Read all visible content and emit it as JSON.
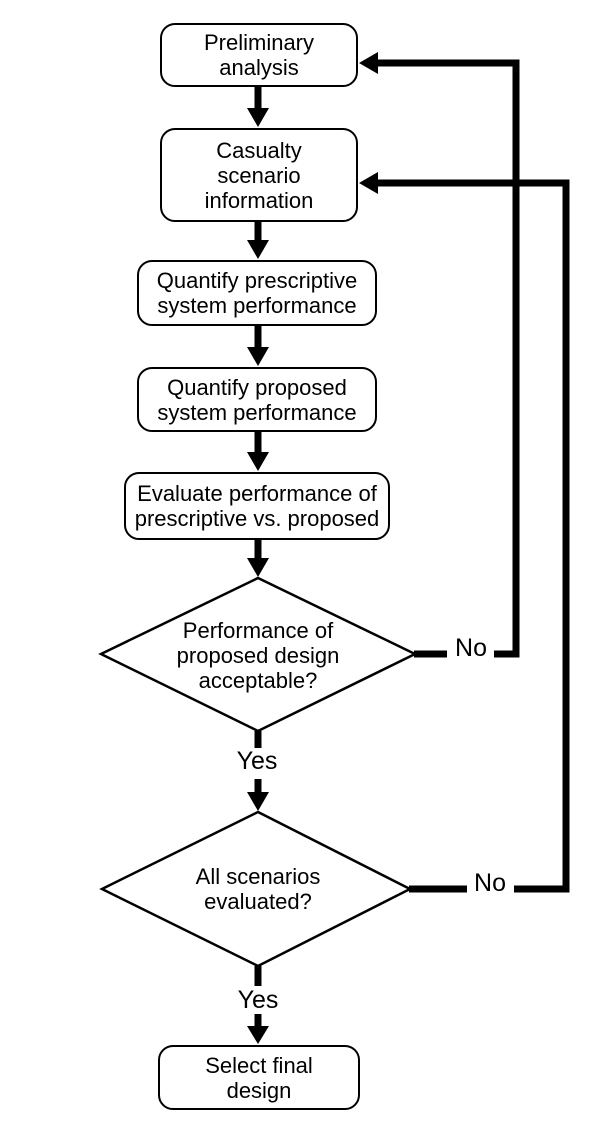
{
  "colors": {
    "background": "#ffffff",
    "stroke": "#000000",
    "node_fill": "#ffffff",
    "text": "#000000"
  },
  "nodes": {
    "preliminary": {
      "type": "process",
      "lines": [
        "Preliminary",
        "analysis"
      ]
    },
    "casualty": {
      "type": "process",
      "lines": [
        "Casualty",
        "scenario",
        "information"
      ]
    },
    "quantify_prescriptive": {
      "type": "process",
      "lines": [
        "Quantify prescriptive",
        "system performance"
      ]
    },
    "quantify_proposed": {
      "type": "process",
      "lines": [
        "Quantify proposed",
        "system performance"
      ]
    },
    "evaluate": {
      "type": "process",
      "lines": [
        "Evaluate performance of",
        "prescriptive vs. proposed"
      ]
    },
    "decision_performance": {
      "type": "decision",
      "lines": [
        "Performance of",
        "proposed design",
        "acceptable?"
      ]
    },
    "decision_scenarios": {
      "type": "decision",
      "lines": [
        "All scenarios",
        "evaluated?"
      ]
    },
    "select_final": {
      "type": "process",
      "lines": [
        "Select final",
        "design"
      ]
    }
  },
  "edge_labels": {
    "performance_no": "No",
    "performance_yes": "Yes",
    "scenarios_no": "No",
    "scenarios_yes": "Yes"
  },
  "edges": [
    {
      "from": "preliminary",
      "to": "casualty"
    },
    {
      "from": "casualty",
      "to": "quantify_prescriptive"
    },
    {
      "from": "quantify_prescriptive",
      "to": "quantify_proposed"
    },
    {
      "from": "quantify_proposed",
      "to": "evaluate"
    },
    {
      "from": "evaluate",
      "to": "decision_performance"
    },
    {
      "from": "decision_performance",
      "to": "preliminary",
      "label": "No"
    },
    {
      "from": "decision_performance",
      "to": "decision_scenarios",
      "label": "Yes"
    },
    {
      "from": "decision_scenarios",
      "to": "casualty",
      "label": "No"
    },
    {
      "from": "decision_scenarios",
      "to": "select_final",
      "label": "Yes"
    }
  ]
}
